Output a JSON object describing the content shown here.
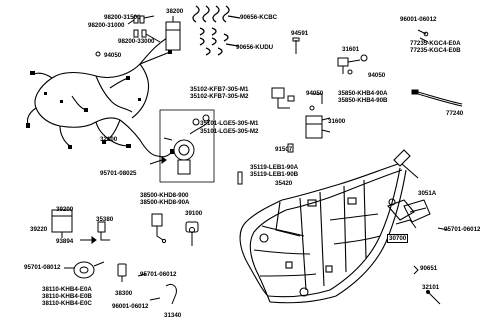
{
  "parts": {
    "p38200": "38200",
    "p98200_31500": "98200-31500",
    "p98200_31000": "98200-31000",
    "p98200_33000": "98200-33000",
    "p90656_kcbc": "90656-KCBC",
    "p96001_06012_top": "96001-06012",
    "p77235_e0a": "77235-KGC4-E0A",
    "p77235_e0b": "77235-KGC4-E0B",
    "p94591": "94591",
    "p90656_kudu": "90656-KUDU",
    "p94050_left": "94050",
    "p31601": "31601",
    "p94050_right": "94050",
    "p77240": "77240",
    "p35102_m1": "35102-KFB7-305-M1",
    "p35102_m2": "35102-KFB7-305-M2",
    "p94050_mid": "94050",
    "p35850_a": "35850-KHB4-90A",
    "p35850_b": "35850-KHB4-90B",
    "p32100": "32100",
    "p35101_m1": "35101-LGE5-305-M1",
    "p35101_m2": "35101-LGE5-305-M2",
    "p31600": "31600",
    "p91507": "91507",
    "p35119_a": "35119-LEB1-90A",
    "p35119_b": "35119-LEB1-90B",
    "p95701_08025": "95701-08025",
    "p35420": "35420",
    "p38500_900": "38500-KHD8-900",
    "p38500_90a": "38500-KHD8-90A",
    "p3051a": "3051A",
    "p39200": "39200",
    "p39100": "39100",
    "p35380": "35380",
    "p39220": "39220",
    "p93894": "93894",
    "p30700": "30700",
    "p95701_06012_r": "95701-06012",
    "p95701_08012": "95701-08012",
    "p95701_06012_m": "95701-06012",
    "p38110_a": "38110-KHB4-E0A",
    "p38110_b": "38110-KHB4-E0B",
    "p38110_c": "38110-KHB4-E0C",
    "p38300": "38300",
    "p90651": "90651",
    "p32101": "32101",
    "p96001_06012_bot": "96001-06012",
    "p31340": "31340"
  }
}
